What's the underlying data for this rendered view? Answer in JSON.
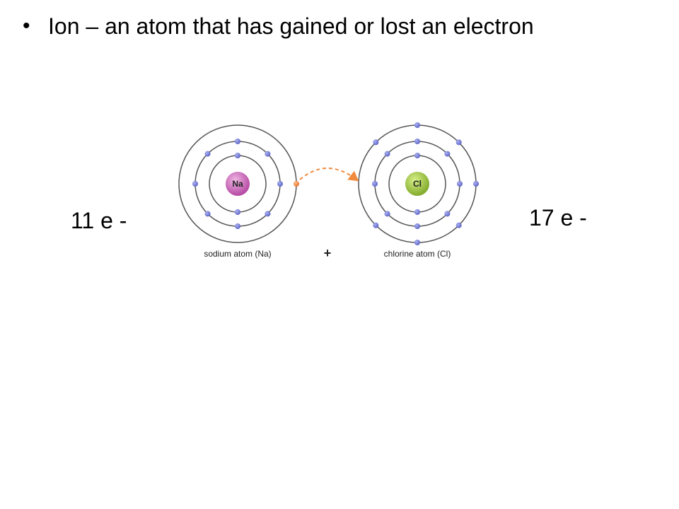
{
  "heading": {
    "bullet": "•",
    "text": "Ion – an atom that has gained or lost an electron"
  },
  "labels": {
    "left_count": "11 e -",
    "right_count": "17 e -"
  },
  "atoms": {
    "sodium": {
      "symbol": "Na",
      "caption": "sodium atom (Na)",
      "nucleus_color": "#b0409e",
      "shell_electrons": [
        2,
        8,
        1
      ]
    },
    "chlorine": {
      "symbol": "Cl",
      "caption": "chlorine atom (Cl)",
      "nucleus_color": "#7aa524",
      "shell_electrons": [
        2,
        8,
        7
      ]
    }
  },
  "operator": "+",
  "colors": {
    "electron": "#5c64c4",
    "transfer_electron": "#e8702a",
    "transfer_arrow": "#f08a3c",
    "orbit": "#555555"
  },
  "icons": {
    "transfer": "dashed-curved-arrow-icon"
  }
}
